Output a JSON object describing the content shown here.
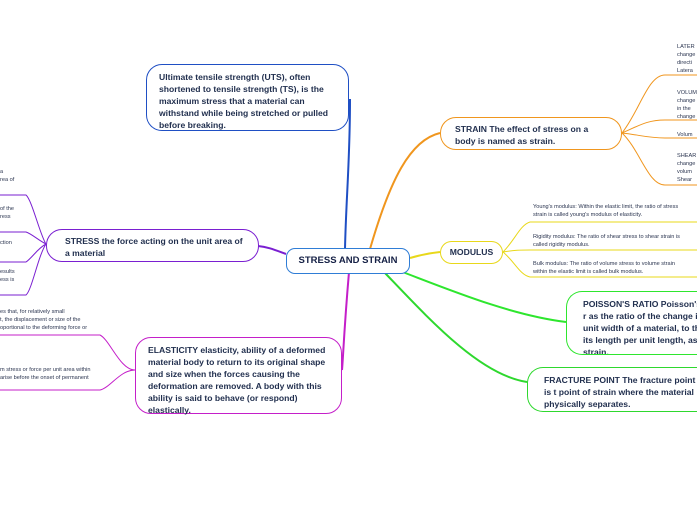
{
  "central": {
    "title": "STRESS AND STRAIN"
  },
  "uts": {
    "text": "Ultimate tensile strength (UTS), often shortened to tensile strength (TS), is the maximum stress that a material can withstand while being stretched or pulled before breaking."
  },
  "stress": {
    "text": "STRESS the force acting on the unit area of a material",
    "leaves": [
      [
        "a",
        "rea of"
      ],
      [
        "of the",
        "ress"
      ],
      [
        "ction"
      ],
      [
        "esults",
        "ess is"
      ]
    ]
  },
  "elasticity": {
    "text": "ELASTICITY elasticity, ability of a deformed material body to return to its original shape and size when the forces causing the deformation are removed. A body with this ability is said to behave (or respond) elastically.",
    "leaves": [
      [
        "es that, for relatively small",
        "t, the displacement or size of the",
        "oportional to the deforming force or"
      ],
      [
        "m stress or force per unit area within",
        "arise before the onset of permanent"
      ]
    ]
  },
  "strain": {
    "text": "STRAIN The effect of stress on a body is named as strain.",
    "leaves": [
      [
        "LATER",
        "change",
        "directi",
        "Latera"
      ],
      [
        "VOLUM",
        "change",
        "in the",
        "change"
      ],
      [
        "Volum"
      ],
      [
        "SHEAR",
        "change",
        "volum",
        "Shear"
      ]
    ]
  },
  "modulus": {
    "text": "MODULUS",
    "leaves": [
      [
        "Young's modulus: Within the elastic limit, the ratio of stress",
        "strain is called young's modulus of elasticity."
      ],
      [
        "Rigidity modulus: The ratio of shear stress to shear strain is",
        "called rigidity modulus."
      ],
      [
        "Bulk modulus: The ratio of volume stress to volume strain",
        "within the elastic limit is called bulk modulus."
      ]
    ]
  },
  "poisson": {
    "text": "POISSON'S RATIO  Poisson's r as the ratio of the change in unit width of a material, to th its length per unit length, as strain."
  },
  "fracture": {
    "text": "FRACTURE POINT The fracture point is t point of strain where the material physically separates."
  },
  "colors": {
    "uts": "#1f4fc4",
    "stress": "#7a1fd1",
    "elasticity": "#c41fc9",
    "strain": "#f0961e",
    "modulus": "#e8d81a",
    "poisson": "#2ee62e",
    "fracture": "#2ed82e",
    "central": "#2f7dd6"
  }
}
